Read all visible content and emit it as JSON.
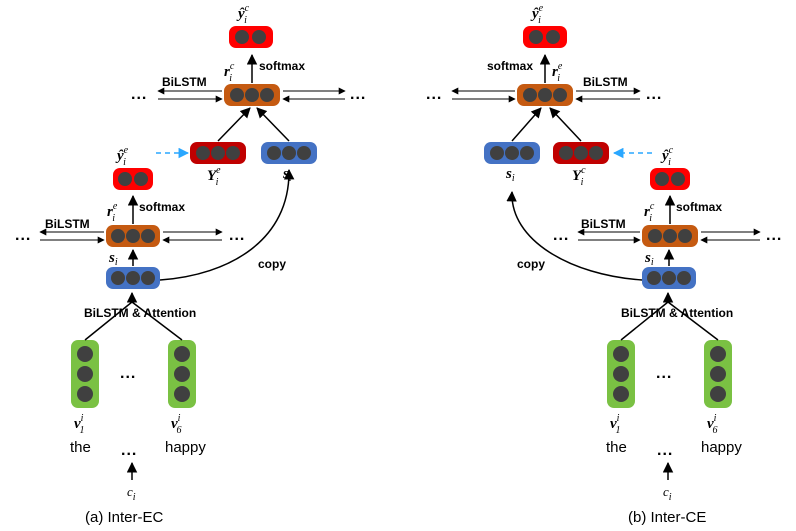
{
  "panels": [
    {
      "caption": "(a) Inter-EC",
      "words": {
        "left": "the",
        "right": "happy",
        "middle": "..."
      },
      "vectors": {
        "left": "v",
        "left_sub": "1",
        "left_sup": "i",
        "right": "v",
        "right_sub": "6",
        "right_sup": "i"
      },
      "context": {
        "var": "c",
        "sub": "i"
      },
      "labels": {
        "bilstm_attention": "BiLSTM & Attention",
        "bilstm_lower": "BiLSTM",
        "bilstm_upper": "BiLSTM",
        "softmax_lower": "softmax",
        "softmax_upper": "softmax",
        "copy": "copy",
        "s_encoder": "s",
        "s_encoder_sub": "i",
        "s_copy": "s",
        "s_copy_sub": "i",
        "r_lower": "r",
        "r_lower_sup": "e",
        "r_lower_sub": "i",
        "r_upper": "r",
        "r_upper_sup": "c",
        "r_upper_sub": "i",
        "y_lower": "ŷ",
        "y_lower_sup": "e",
        "y_lower_sub": "i",
        "y_upper": "ŷ",
        "y_upper_sup": "c",
        "y_upper_sub": "i",
        "Y_mid": "Y",
        "Y_mid_sup": "e",
        "Y_mid_sub": "i"
      }
    },
    {
      "caption": "(b) Inter-CE",
      "words": {
        "left": "the",
        "right": "happy",
        "middle": "..."
      },
      "vectors": {
        "left": "v",
        "left_sub": "1",
        "left_sup": "i",
        "right": "v",
        "right_sub": "6",
        "right_sup": "i"
      },
      "context": {
        "var": "c",
        "sub": "i"
      },
      "labels": {
        "bilstm_attention": "BiLSTM & Attention",
        "bilstm_lower": "BiLSTM",
        "bilstm_upper": "BiLSTM",
        "softmax_lower": "softmax",
        "softmax_upper": "softmax",
        "copy": "copy",
        "s_encoder": "s",
        "s_encoder_sub": "i",
        "s_copy": "s",
        "s_copy_sub": "i",
        "r_lower": "r",
        "r_lower_sup": "c",
        "r_lower_sub": "i",
        "r_upper": "r",
        "r_upper_sup": "e",
        "r_upper_sub": "i",
        "y_lower": "ŷ",
        "y_lower_sup": "c",
        "y_lower_sub": "i",
        "y_upper": "ŷ",
        "y_upper_sup": "e",
        "y_upper_sub": "i",
        "Y_mid": "Y",
        "Y_mid_sup": "c",
        "Y_mid_sub": "i"
      }
    }
  ],
  "ellipsis": "...",
  "colors": {
    "green": "#7ac143",
    "blue": "#4472c4",
    "orange": "#c55a11",
    "red": "#ff0000",
    "darkred": "#c00000",
    "dot": "#404040",
    "dashed_arrow": "#2aa7ff"
  }
}
